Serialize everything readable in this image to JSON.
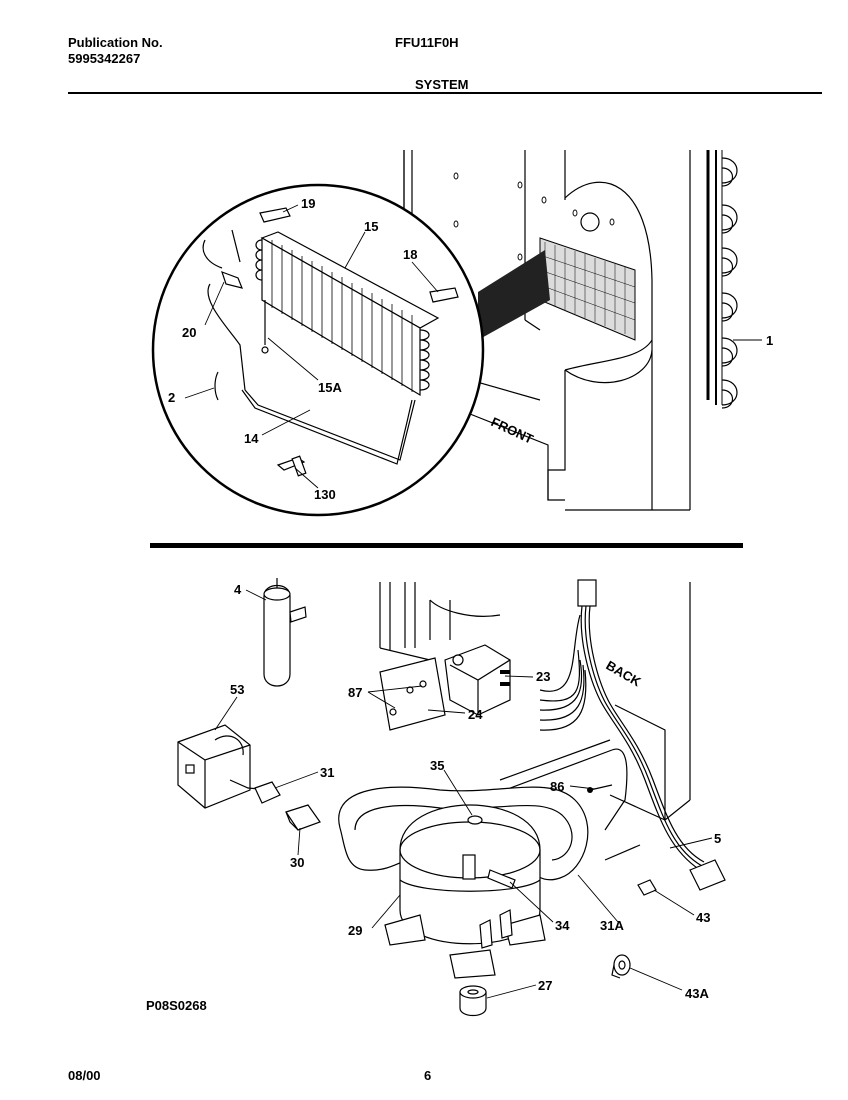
{
  "header": {
    "publication_label": "Publication No.",
    "publication_number": "5995342267",
    "model": "FFU11F0H",
    "section": "SYSTEM"
  },
  "footer": {
    "date": "08/00",
    "page": "6",
    "drawing_id": "P08S0268"
  },
  "labels": {
    "front": "FRONT",
    "back": "BACK"
  },
  "callouts": {
    "p1": "1",
    "p2": "2",
    "p14": "14",
    "p15": "15",
    "p15a": "15A",
    "p18": "18",
    "p19": "19",
    "p20": "20",
    "p130": "130",
    "p4": "4",
    "p5": "5",
    "p23": "23",
    "p24": "24",
    "p27": "27",
    "p29": "29",
    "p30": "30",
    "p31": "31",
    "p31a": "31A",
    "p34": "34",
    "p35": "35",
    "p43": "43",
    "p43a": "43A",
    "p53": "53",
    "p86": "86",
    "p87": "87"
  }
}
